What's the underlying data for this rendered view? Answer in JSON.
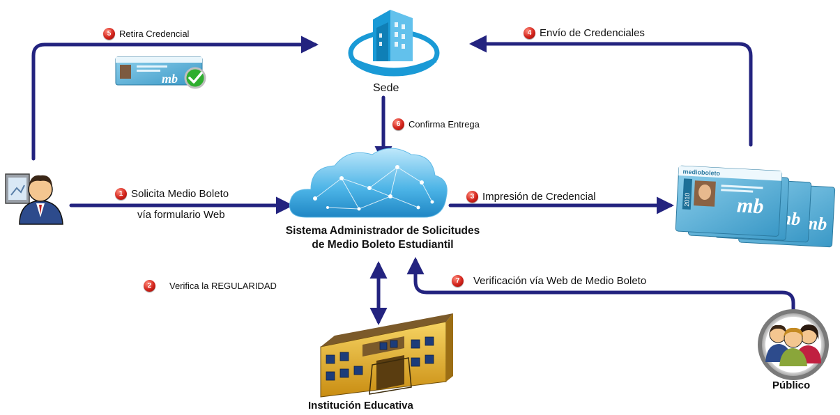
{
  "nodes": {
    "sede": "Sede",
    "system_line1": "Sistema Administrador de Solicitudes",
    "system_line2": "de Medio Boleto Estudiantil",
    "institution": "Institución Educativa",
    "public": "Público"
  },
  "steps": [
    {
      "num": "1",
      "text": "Solicita Medio Boleto",
      "text2": "vía formulario Web"
    },
    {
      "num": "2",
      "text": "Verifica la REGULARIDAD"
    },
    {
      "num": "3",
      "text": "Impresión de Credencial"
    },
    {
      "num": "4",
      "text": "Envío de Credenciales"
    },
    {
      "num": "5",
      "text": "Retira Credencial"
    },
    {
      "num": "6",
      "text": "Confirma Entrega"
    },
    {
      "num": "7",
      "text": "Verificación vía Web de Medio Boleto"
    }
  ],
  "card": {
    "brand": "medioboleto",
    "logo": "mb",
    "year": "2010"
  },
  "colors": {
    "arrow": "#23237f",
    "cloud": "#4bb3e6",
    "building": "#1a9ad6",
    "school": "#e8b52a",
    "card": "#4aa9d3",
    "badge": "#d2231b"
  }
}
